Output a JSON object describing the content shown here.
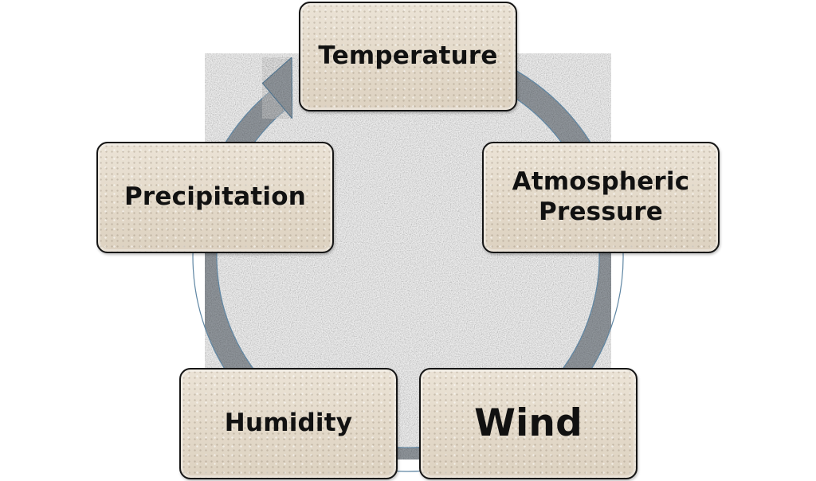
{
  "diagram": {
    "type": "cycle",
    "colors": {
      "ring": "#9aa0a6",
      "ring_edge": "#5f86a3",
      "box_fill": "#e6ddce",
      "box_border": "#151515",
      "text": "#111111"
    },
    "nodes": [
      {
        "id": "temperature",
        "label": "Temperature"
      },
      {
        "id": "pressure",
        "label": "Atmospheric\nPressure"
      },
      {
        "id": "wind",
        "label": "Wind"
      },
      {
        "id": "humidity",
        "label": "Humidity"
      },
      {
        "id": "precipitation",
        "label": "Precipitation"
      }
    ]
  }
}
